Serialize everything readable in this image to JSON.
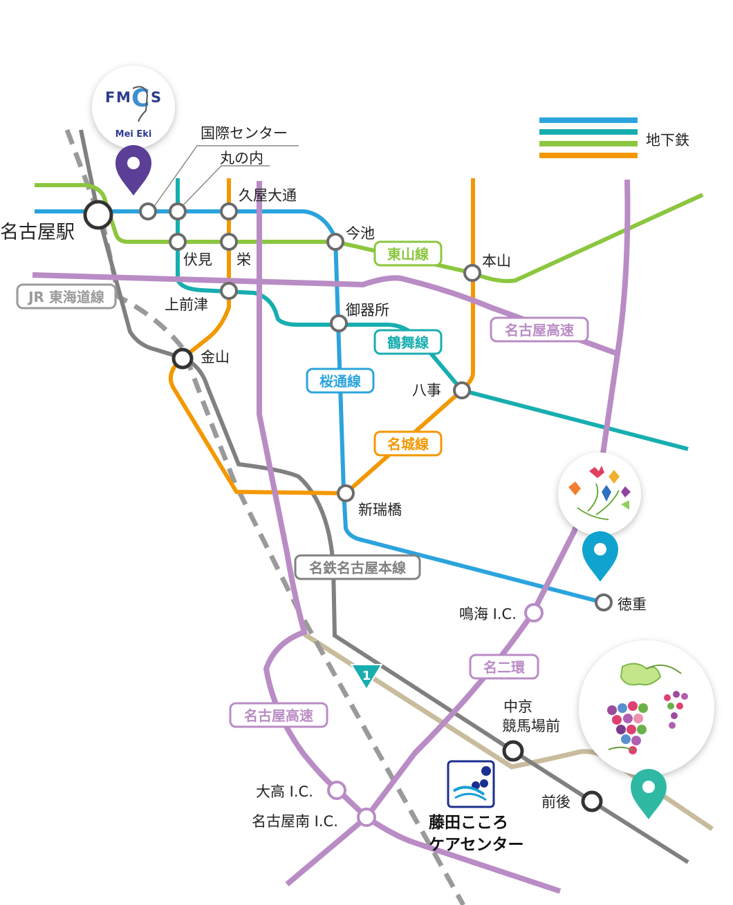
{
  "legend": {
    "label": "地下鉄",
    "colors": [
      "#2ba4dd",
      "#18aeb0",
      "#8cc63f",
      "#f39800"
    ]
  },
  "colors": {
    "higashiyama": "#8cc63f",
    "sakuradori": "#2ba4dd",
    "tsurumai": "#18aeb0",
    "meijo": "#f39800",
    "expressway": "#b98cc5",
    "rail": "#808080",
    "route1": "#c8bc9d",
    "jr": "#9a9a9a"
  },
  "line_labels": {
    "higashiyama": "東山線",
    "sakuradori": "桜通線",
    "tsurumai": "鶴舞線",
    "meijo": "名城線",
    "jr": "JR 東海道線",
    "meitetsu": "名鉄名古屋本線",
    "expressway_north": "名古屋高速",
    "expressway_south": "名古屋高速",
    "meinikan": "名二環",
    "route1": "1"
  },
  "stations": {
    "nagoya": "名古屋駅",
    "kokusai": "国際センター",
    "marunouchi": "丸の内",
    "hisaya": "久屋大通",
    "fushimi": "伏見",
    "sakae": "栄",
    "imaike": "今池",
    "motoyama": "本山",
    "kamimaezu": "上前津",
    "gokiso": "御器所",
    "kanayama": "金山",
    "yagoto": "八事",
    "aratama": "新瑞橋",
    "tokushige": "徳重",
    "narumi_ic": "鳴海 I.C.",
    "chukyo_line1": "中京",
    "chukyo_line2": "競馬場前",
    "zengo": "前後",
    "odaka_ic": "大高 I.C.",
    "nagoya_minami_ic": "名古屋南 I.C."
  },
  "places": {
    "fmcs": {
      "title": "FMCS",
      "letters": [
        "F",
        "M",
        "C",
        "S"
      ],
      "subtitle": "Mei Eki",
      "pin_color": "#5b3e96"
    },
    "flowers": {
      "pin_color": "#11a3cf"
    },
    "grapes": {
      "pin_color": "#2fb9a4"
    },
    "center": {
      "name_line1": "藤田こころ",
      "name_line2": "ケアセンター"
    }
  }
}
